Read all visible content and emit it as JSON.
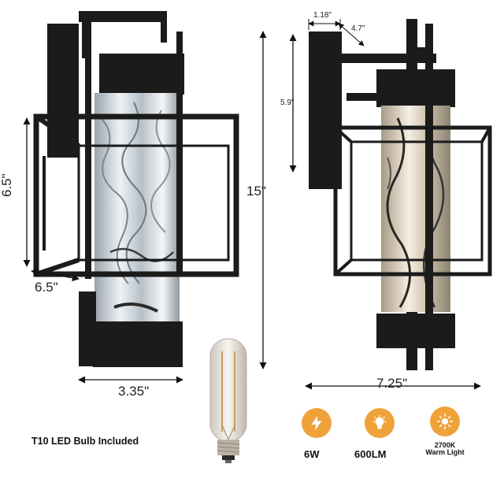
{
  "dimensions": {
    "height_left": "6.5\"",
    "depth_left": "6.5\"",
    "width_bottom": "3.35\"",
    "overall_height": "15\"",
    "top_height": "5.9\"",
    "mount_width": "1.18\"",
    "arm_depth": "4.7\"",
    "overall_width": "7.25\""
  },
  "bulb_caption": "T10 LED Bulb Included",
  "specs": [
    {
      "icon": "lightning-icon",
      "label": "6W"
    },
    {
      "icon": "bulb-icon",
      "label": "600LM"
    },
    {
      "icon": "sun-icon",
      "label_line1": "2700K",
      "label_line2": "Warm Light"
    }
  ],
  "colors": {
    "frame": "#1b1b1b",
    "badge": "#f0a23a",
    "glass": "#cfd6dc"
  }
}
